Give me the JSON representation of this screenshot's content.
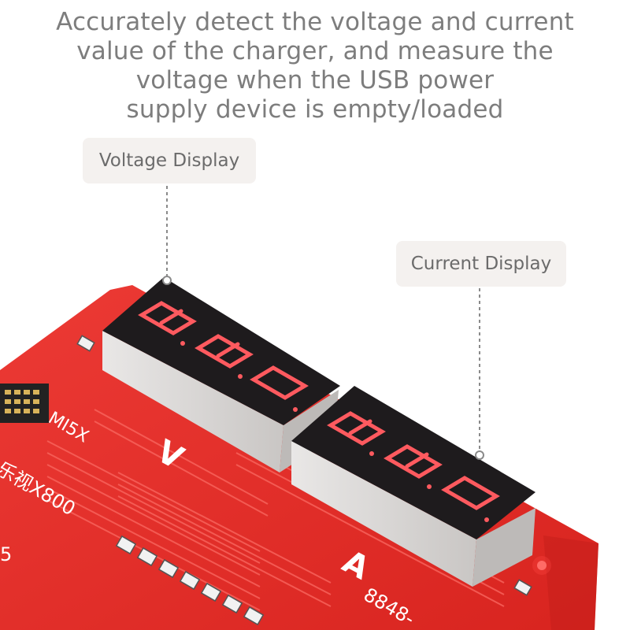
{
  "headline": {
    "lines": [
      "Accurately detect the voltage and current",
      "value of the charger, and measure the",
      "voltage when the USB power",
      "supply device is empty/loaded"
    ]
  },
  "callouts": {
    "voltage": "Voltage Display",
    "current": "Current Display"
  },
  "board": {
    "voltage_symbol": "V",
    "current_symbol": "A",
    "label_mi5x": "MI5X",
    "label_x800": "乐视X800",
    "label_partial_number": "5",
    "label_model_partial": "8848-"
  },
  "colors": {
    "board_red": "#e8302c",
    "digit_segment": "#ff5a5f",
    "display_body": "#1e1b1d",
    "headline_text": "#7d7d7d"
  }
}
